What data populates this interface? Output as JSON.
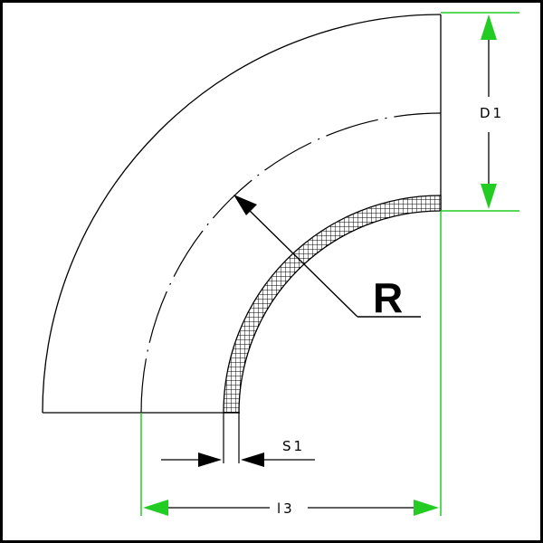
{
  "labels": {
    "d1": "D1",
    "r": "R",
    "s1": "S1",
    "l3": "l3"
  },
  "colors": {
    "dimension": "#22cc22",
    "outline": "#000000",
    "background": "#ffffff"
  }
}
